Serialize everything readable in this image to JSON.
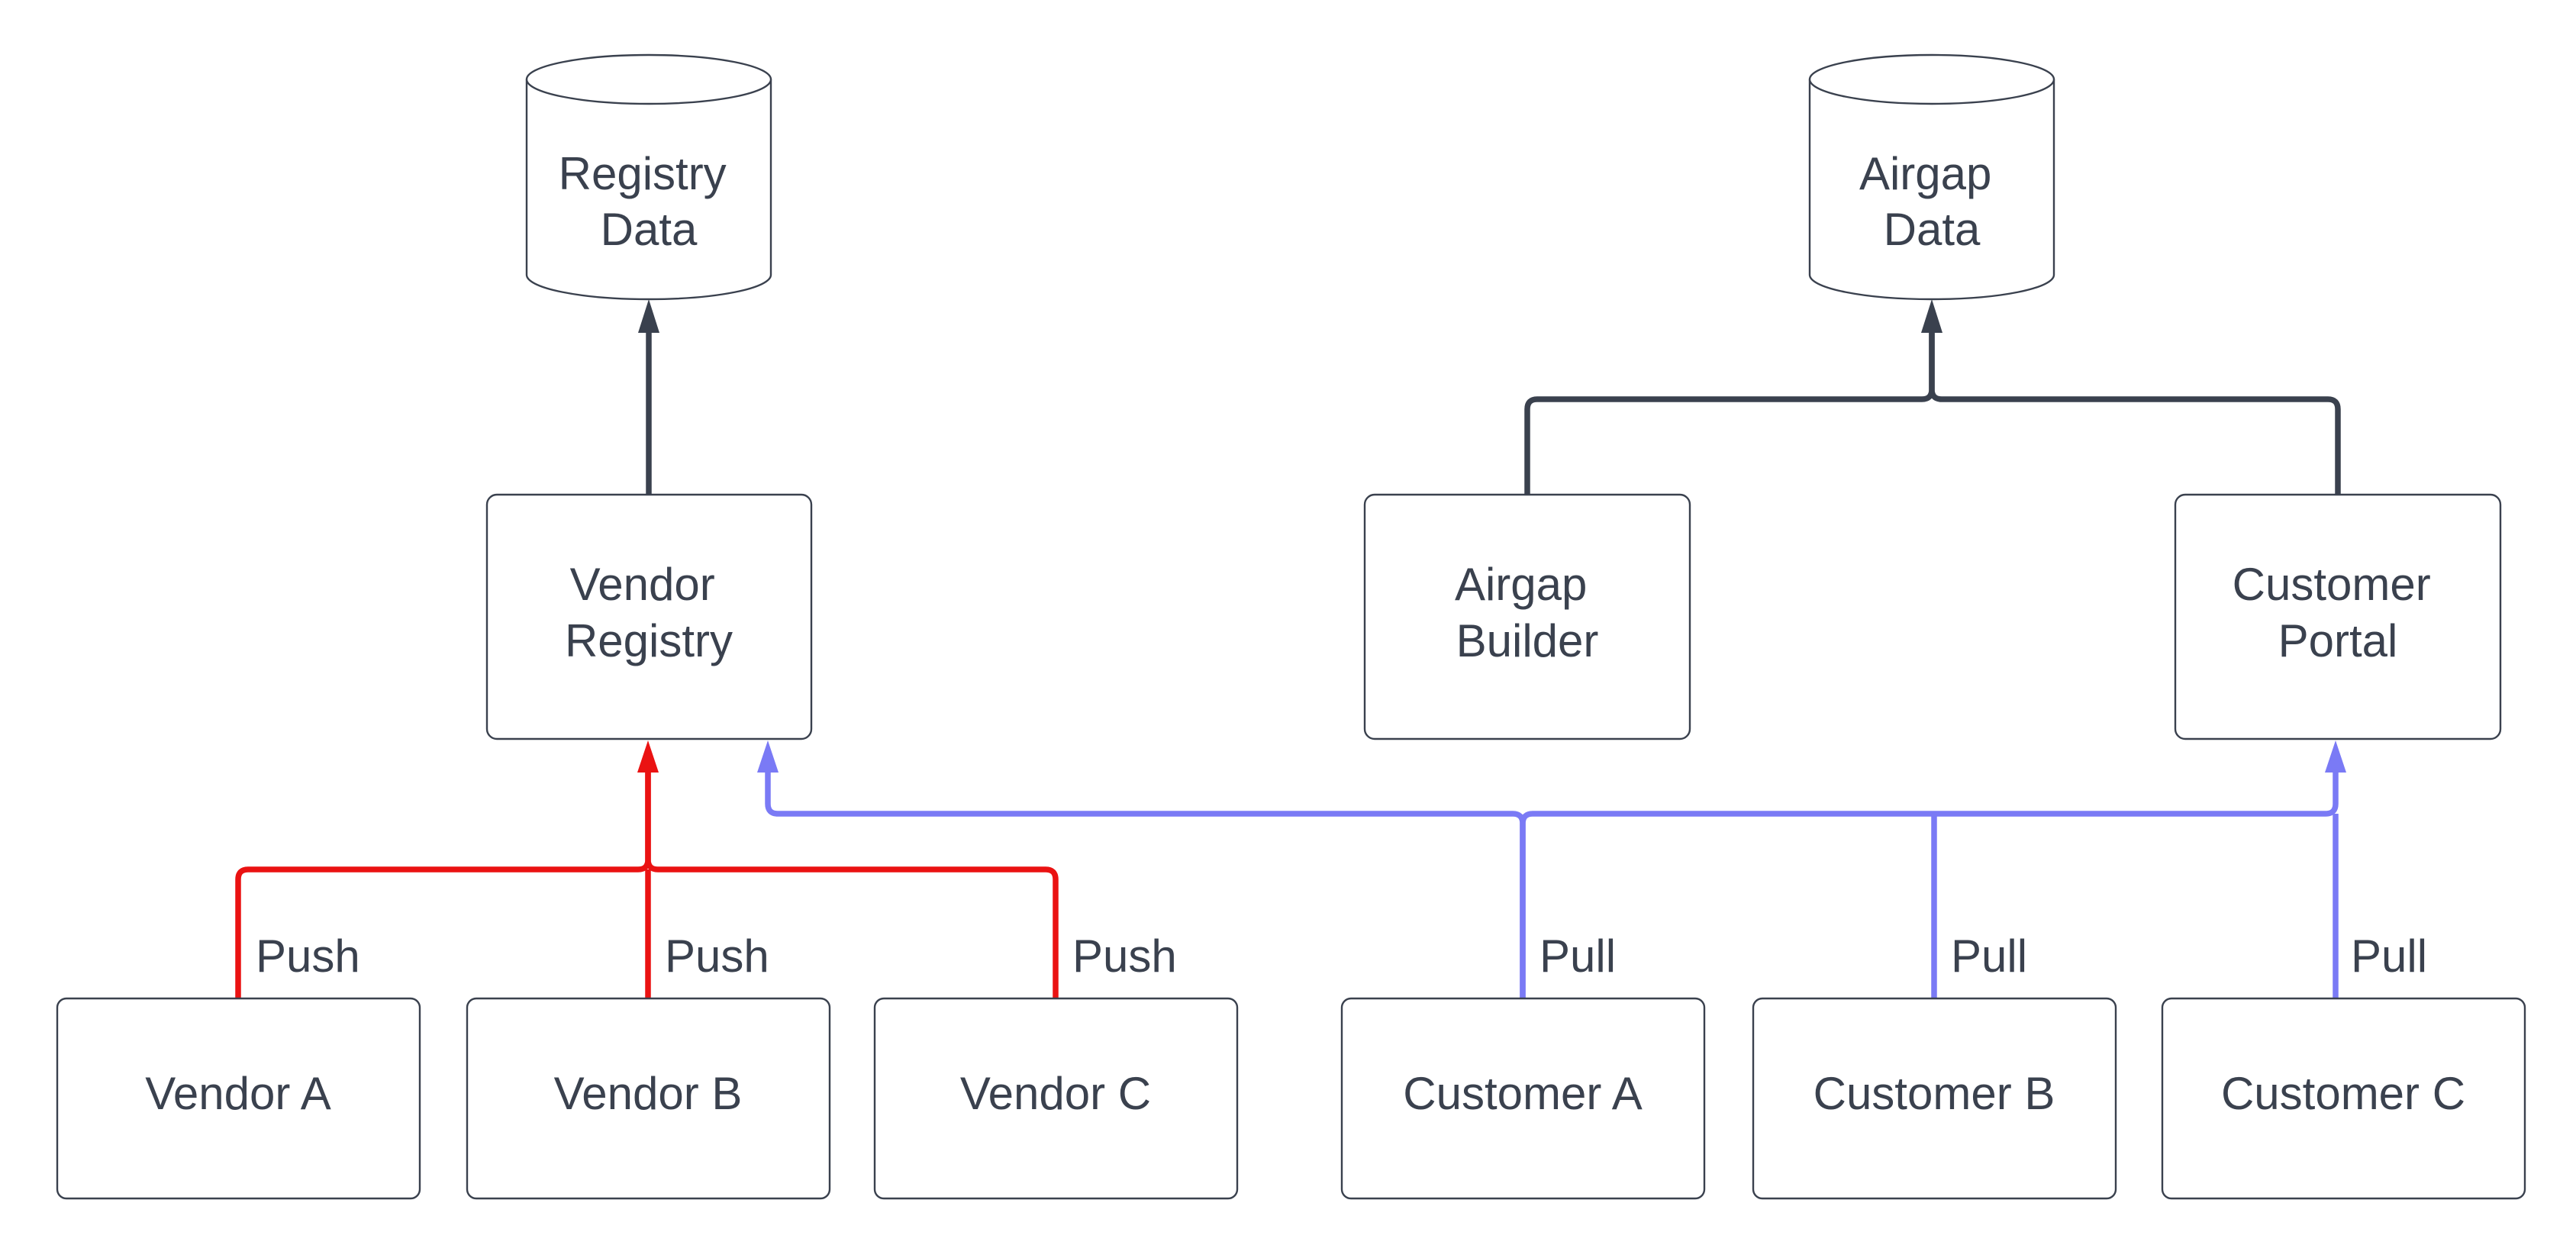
{
  "diagram_type": "flowchart",
  "background": "#ffffff",
  "colors": {
    "outline": "#3a414e",
    "text": "#3a414e",
    "neutral_edge": "#3a414e",
    "push_edge": "#ea1212",
    "pull_edge": "#7a7af5"
  },
  "nodes": {
    "registry_data": {
      "shape": "cylinder",
      "label": "Registry Data",
      "line1": "Registry",
      "line2": "Data"
    },
    "airgap_data": {
      "shape": "cylinder",
      "label": "Airgap Data",
      "line1": "Airgap",
      "line2": "Data"
    },
    "vendor_registry": {
      "shape": "rectangle",
      "label": "Vendor Registry",
      "line1": "Vendor",
      "line2": "Registry"
    },
    "airgap_builder": {
      "shape": "rectangle",
      "label": "Airgap Builder",
      "line1": "Airgap",
      "line2": "Builder"
    },
    "customer_portal": {
      "shape": "rectangle",
      "label": "Customer Portal",
      "line1": "Customer",
      "line2": "Portal"
    },
    "vendor_a": {
      "shape": "rectangle",
      "label": "Vendor A"
    },
    "vendor_b": {
      "shape": "rectangle",
      "label": "Vendor B"
    },
    "vendor_c": {
      "shape": "rectangle",
      "label": "Vendor C"
    },
    "customer_a": {
      "shape": "rectangle",
      "label": "Customer A"
    },
    "customer_b": {
      "shape": "rectangle",
      "label": "Customer B"
    },
    "customer_c": {
      "shape": "rectangle",
      "label": "Customer C"
    }
  },
  "edges": {
    "neutral": [
      {
        "from": "Vendor Registry",
        "to": "Registry Data"
      },
      {
        "from": "Airgap Builder",
        "to": "Airgap Data"
      },
      {
        "from": "Customer Portal",
        "to": "Airgap Data"
      }
    ],
    "push_group": {
      "sources": [
        "Vendor A",
        "Vendor B",
        "Vendor C"
      ],
      "arrow_targets": [
        "Vendor Registry"
      ],
      "labels": [
        "Push",
        "Push",
        "Push"
      ]
    },
    "pull_group": {
      "sources": [
        "Customer A",
        "Customer B",
        "Customer C"
      ],
      "arrow_targets": [
        "Vendor Registry",
        "Customer Portal"
      ],
      "labels": [
        "Pull",
        "Pull",
        "Pull"
      ]
    }
  }
}
